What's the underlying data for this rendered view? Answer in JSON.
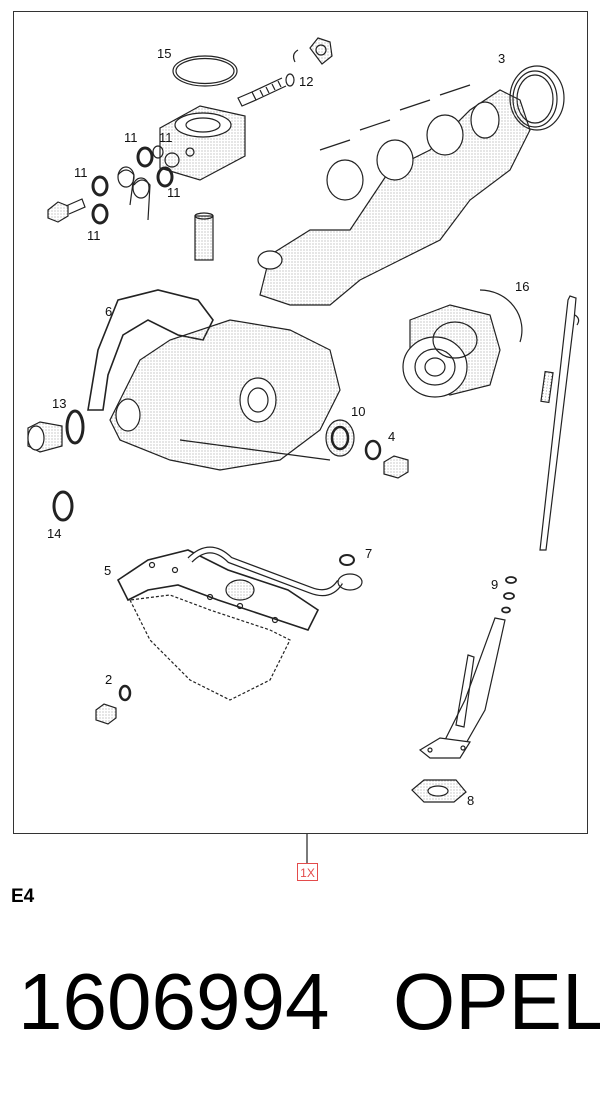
{
  "diagram": {
    "callouts": [
      "15",
      "12",
      "3",
      "11",
      "11",
      "11",
      "11",
      "11",
      "16",
      "6",
      "13",
      "10",
      "4",
      "14",
      "7",
      "5",
      "9",
      "2",
      "8"
    ]
  },
  "quantity_badge": "1X",
  "kit_code": "E4",
  "part_number": "1606994",
  "brand": "OPEL"
}
